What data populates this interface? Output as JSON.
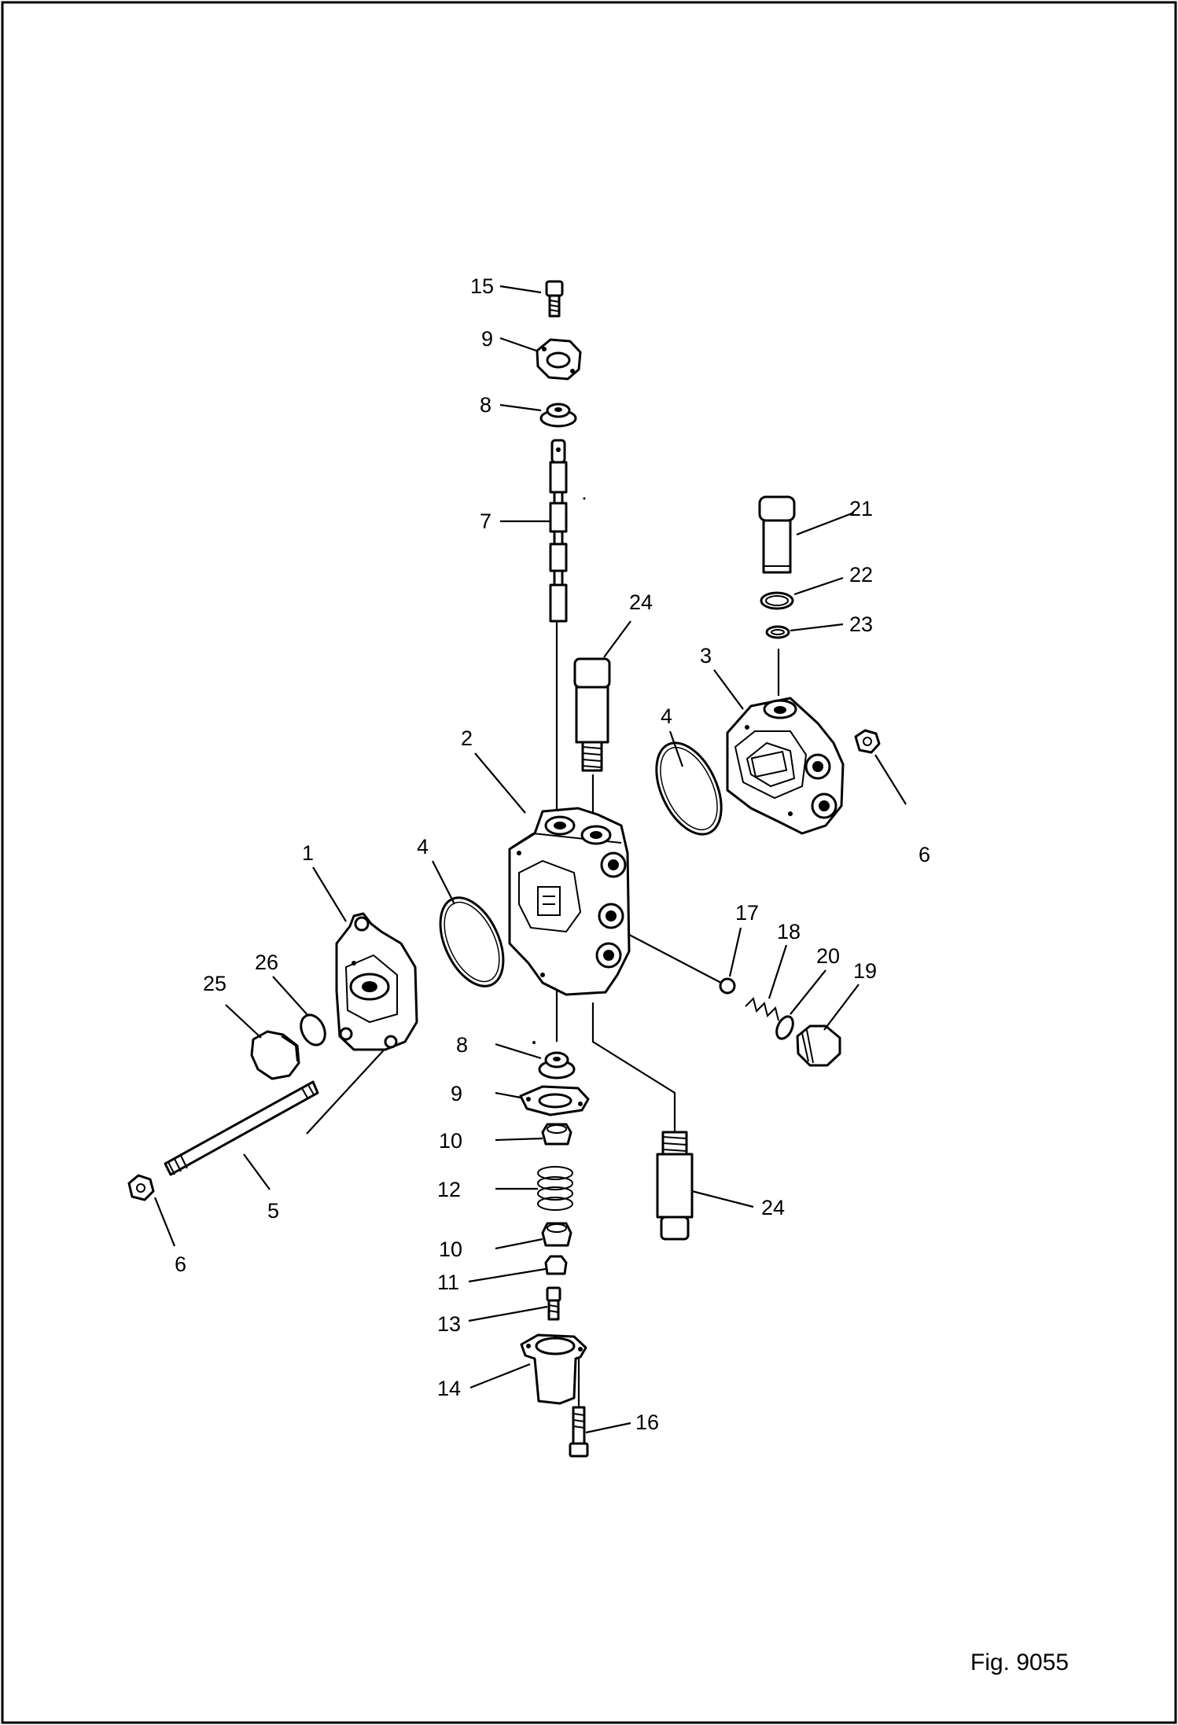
{
  "labels": {
    "p15": "15",
    "p9a": "9",
    "p8a": "8",
    "p7": "7",
    "p24a": "24",
    "p21": "21",
    "p22": "22",
    "p23": "23",
    "p3": "3",
    "p4a": "4",
    "p6a": "6",
    "p2": "2",
    "p4b": "4",
    "p1": "1",
    "p26": "26",
    "p25": "25",
    "p17": "17",
    "p18": "18",
    "p20": "20",
    "p19": "19",
    "p8b": "8",
    "p9b": "9",
    "p10a": "10",
    "p12": "12",
    "p24b": "24",
    "p5": "5",
    "p10b": "10",
    "p6b": "6",
    "p11": "11",
    "p13": "13",
    "p14": "14",
    "p16": "16"
  },
  "figure_caption": "Fig. 9055"
}
